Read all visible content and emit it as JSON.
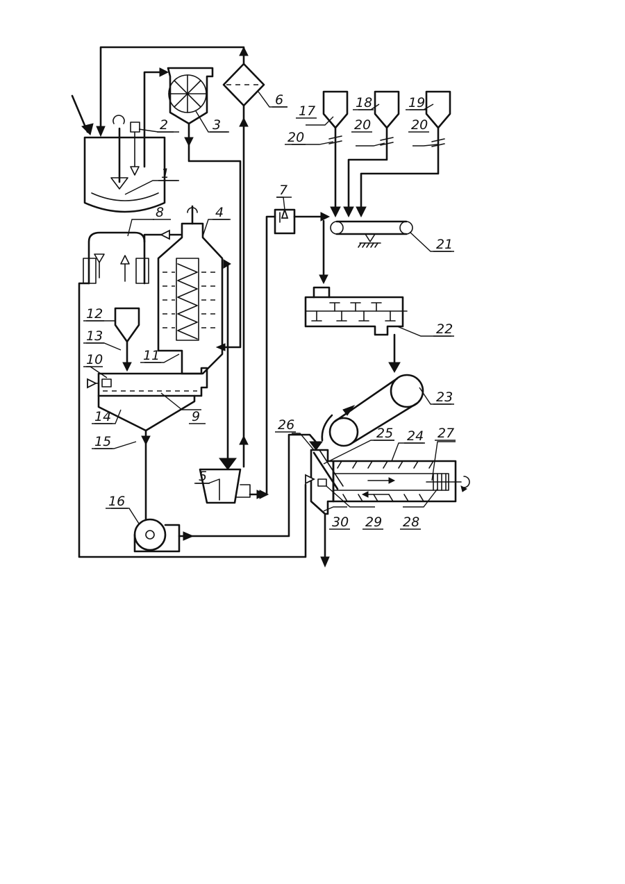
{
  "labels": [
    "1",
    "2",
    "3",
    "4",
    "5",
    "6",
    "7",
    "8",
    "9",
    "10",
    "11",
    "12",
    "13",
    "14",
    "15",
    "16",
    "17",
    "18",
    "19",
    "20",
    "20",
    "20",
    "21",
    "22",
    "23",
    "24",
    "25",
    "26",
    "27",
    "28",
    "29",
    "30"
  ],
  "colors": {
    "ink": "#111111",
    "paper": "#ffffff"
  }
}
